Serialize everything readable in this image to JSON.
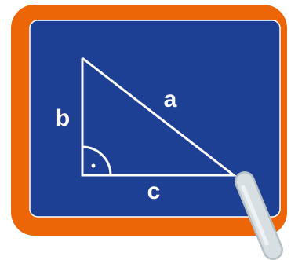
{
  "labels": {
    "hypotenuse": "a",
    "vertical_leg": "b",
    "horizontal_leg": "c"
  },
  "colors": {
    "frame": "#ec6608",
    "board": "#1d3f94",
    "board_border": "#ffffff",
    "chalk_line": "#ffffff",
    "chalk_stick": "#d8dfe3",
    "chalk_stick_outline": "#b4bfc6"
  },
  "icons": {
    "right_angle_marker": "right-angle-arc-with-dot",
    "chalk": "chalk-stick-icon"
  }
}
